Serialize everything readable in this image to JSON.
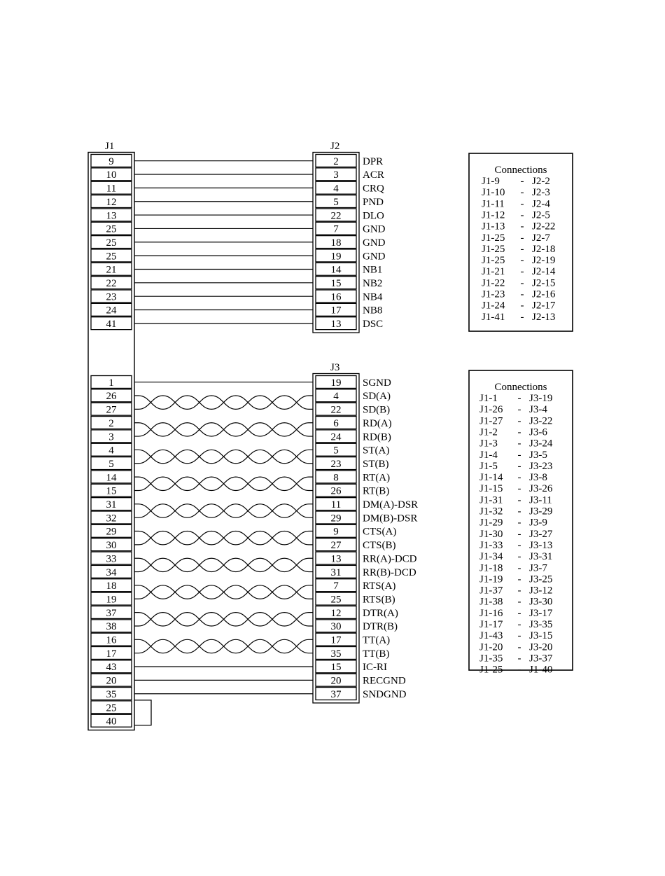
{
  "diagram": {
    "j1": {
      "label": "J1"
    },
    "j2": {
      "label": "J2",
      "rows": [
        {
          "j1": "9",
          "j2": "2",
          "signal": "DPR"
        },
        {
          "j1": "10",
          "j2": "3",
          "signal": "ACR"
        },
        {
          "j1": "11",
          "j2": "4",
          "signal": "CRQ"
        },
        {
          "j1": "12",
          "j2": "5",
          "signal": "PND"
        },
        {
          "j1": "13",
          "j2": "22",
          "signal": "DLO"
        },
        {
          "j1": "25",
          "j2": "7",
          "signal": "GND"
        },
        {
          "j1": "25",
          "j2": "18",
          "signal": "GND"
        },
        {
          "j1": "25",
          "j2": "19",
          "signal": "GND"
        },
        {
          "j1": "21",
          "j2": "14",
          "signal": "NB1"
        },
        {
          "j1": "22",
          "j2": "15",
          "signal": "NB2"
        },
        {
          "j1": "23",
          "j2": "16",
          "signal": "NB4"
        },
        {
          "j1": "24",
          "j2": "17",
          "signal": "NB8"
        },
        {
          "j1": "41",
          "j2": "13",
          "signal": "DSC"
        }
      ]
    },
    "j3": {
      "label": "J3",
      "rows": [
        {
          "j1": "1",
          "j3": "19",
          "signal": "SGND"
        },
        {
          "j1": "26",
          "j3": "4",
          "signal": "SD(A)"
        },
        {
          "j1": "27",
          "j3": "22",
          "signal": "SD(B)"
        },
        {
          "j1": "2",
          "j3": "6",
          "signal": "RD(A)"
        },
        {
          "j1": "3",
          "j3": "24",
          "signal": "RD(B)"
        },
        {
          "j1": "4",
          "j3": "5",
          "signal": "ST(A)"
        },
        {
          "j1": "5",
          "j3": "23",
          "signal": "ST(B)"
        },
        {
          "j1": "14",
          "j3": "8",
          "signal": "RT(A)"
        },
        {
          "j1": "15",
          "j3": "26",
          "signal": "RT(B)"
        },
        {
          "j1": "31",
          "j3": "11",
          "signal": "DM(A)-DSR"
        },
        {
          "j1": "32",
          "j3": "29",
          "signal": "DM(B)-DSR"
        },
        {
          "j1": "29",
          "j3": "9",
          "signal": "CTS(A)"
        },
        {
          "j1": "30",
          "j3": "27",
          "signal": "CTS(B)"
        },
        {
          "j1": "33",
          "j3": "13",
          "signal": "RR(A)-DCD"
        },
        {
          "j1": "34",
          "j3": "31",
          "signal": "RR(B)-DCD"
        },
        {
          "j1": "18",
          "j3": "7",
          "signal": "RTS(A)"
        },
        {
          "j1": "19",
          "j3": "25",
          "signal": "RTS(B)"
        },
        {
          "j1": "37",
          "j3": "12",
          "signal": "DTR(A)"
        },
        {
          "j1": "38",
          "j3": "30",
          "signal": "DTR(B)"
        },
        {
          "j1": "16",
          "j3": "17",
          "signal": "TT(A)"
        },
        {
          "j1": "17",
          "j3": "35",
          "signal": "TT(B)"
        },
        {
          "j1": "43",
          "j3": "15",
          "signal": "IC-RI"
        },
        {
          "j1": "20",
          "j3": "20",
          "signal": "RECGND"
        },
        {
          "j1": "35",
          "j3": "37",
          "signal": "SNDGND"
        }
      ]
    },
    "j1_loopback": [
      "25",
      "40"
    ]
  },
  "connections_j2": {
    "title": "Connections",
    "rows": [
      {
        "from": "J1-9",
        "sep": "-",
        "to": "J2-2"
      },
      {
        "from": "J1-10",
        "sep": "-",
        "to": "J2-3"
      },
      {
        "from": "J1-11",
        "sep": "-",
        "to": "J2-4"
      },
      {
        "from": "J1-12",
        "sep": "-",
        "to": "J2-5"
      },
      {
        "from": "J1-13",
        "sep": "-",
        "to": "J2-22"
      },
      {
        "from": "J1-25",
        "sep": "-",
        "to": "J2-7"
      },
      {
        "from": "J1-25",
        "sep": "-",
        "to": "J2-18"
      },
      {
        "from": "J1-25",
        "sep": "-",
        "to": "J2-19"
      },
      {
        "from": "J1-21",
        "sep": "-",
        "to": "J2-14"
      },
      {
        "from": "J1-22",
        "sep": "-",
        "to": "J2-15"
      },
      {
        "from": "J1-23",
        "sep": "-",
        "to": "J2-16"
      },
      {
        "from": "J1-24",
        "sep": "-",
        "to": "J2-17"
      },
      {
        "from": "J1-41",
        "sep": "-",
        "to": "J2-13"
      }
    ]
  },
  "connections_j3": {
    "title": "Connections",
    "rows": [
      {
        "from": "J1-1",
        "sep": "-",
        "to": "J3-19"
      },
      {
        "from": "J1-26",
        "sep": "-",
        "to": "J3-4"
      },
      {
        "from": "J1-27",
        "sep": "-",
        "to": "J3-22"
      },
      {
        "from": "J1-2",
        "sep": "-",
        "to": "J3-6"
      },
      {
        "from": "J1-3",
        "sep": "-",
        "to": "J3-24"
      },
      {
        "from": "J1-4",
        "sep": "-",
        "to": "J3-5"
      },
      {
        "from": "J1-5",
        "sep": "-",
        "to": "J3-23"
      },
      {
        "from": "J1-14",
        "sep": "-",
        "to": "J3-8"
      },
      {
        "from": "J1-15",
        "sep": "-",
        "to": "J3-26"
      },
      {
        "from": "J1-31",
        "sep": "-",
        "to": "J3-11"
      },
      {
        "from": "J1-32",
        "sep": "-",
        "to": "J3-29"
      },
      {
        "from": "J1-29",
        "sep": "-",
        "to": "J3-9"
      },
      {
        "from": "J1-30",
        "sep": "-",
        "to": "J3-27"
      },
      {
        "from": "J1-33",
        "sep": "-",
        "to": "J3-13"
      },
      {
        "from": "J1-34",
        "sep": "-",
        "to": "J3-31"
      },
      {
        "from": "J1-18",
        "sep": "-",
        "to": "J3-7"
      },
      {
        "from": "J1-19",
        "sep": "-",
        "to": "J3-25"
      },
      {
        "from": "J1-37",
        "sep": "-",
        "to": "J3-12"
      },
      {
        "from": "J1-38",
        "sep": "-",
        "to": "J3-30"
      },
      {
        "from": "J1-16",
        "sep": "-",
        "to": "J3-17"
      },
      {
        "from": "J1-17",
        "sep": "-",
        "to": "J3-35"
      },
      {
        "from": "J1-43",
        "sep": "-",
        "to": "J3-15"
      },
      {
        "from": "J1-20",
        "sep": "-",
        "to": "J3-20"
      },
      {
        "from": "J1-35",
        "sep": "-",
        "to": "J3-37"
      },
      {
        "from": "J1-25",
        "sep": "-",
        "to": "J1-40"
      }
    ]
  }
}
